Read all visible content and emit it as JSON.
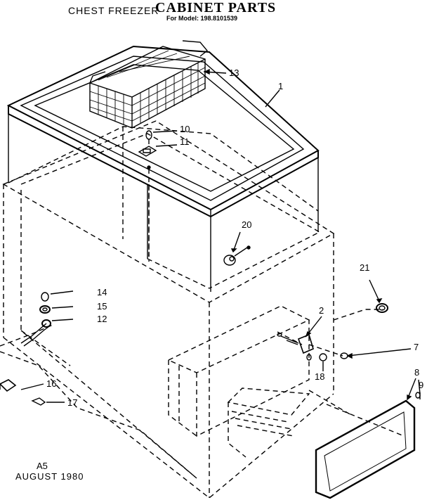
{
  "header": {
    "subtitle": "CHEST FREEZER",
    "title": "CABINET PARTS",
    "model": "For Model: 198.8101539"
  },
  "footer": {
    "code": "A5",
    "date": "AUGUST 1980"
  },
  "callouts": [
    "1",
    "2",
    "7",
    "8",
    "9",
    "10",
    "11",
    "12",
    "13",
    "14",
    "15",
    "16",
    "17",
    "18",
    "20",
    "21"
  ]
}
